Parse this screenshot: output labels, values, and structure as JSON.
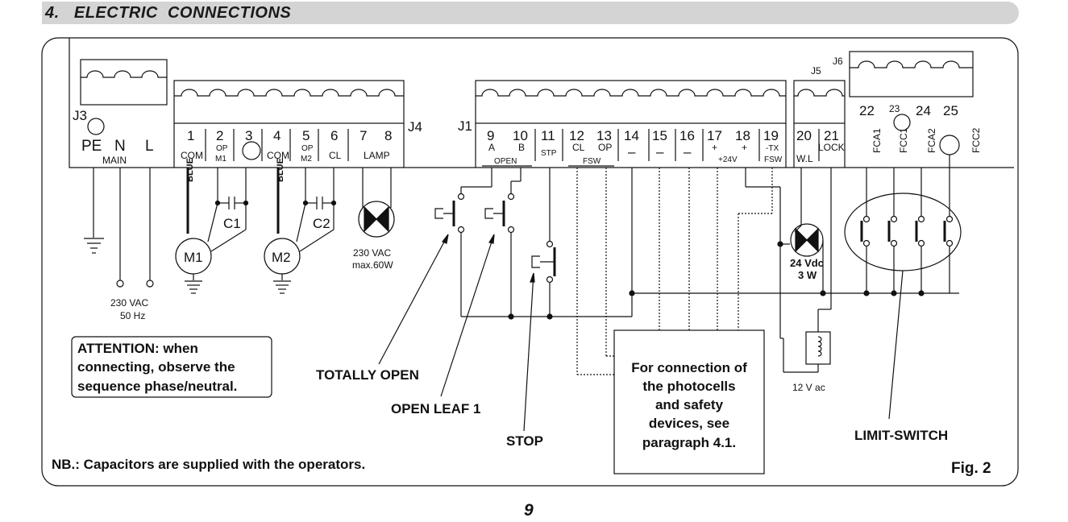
{
  "section": {
    "title": "4.   ELECTRIC  CONNECTIONS"
  },
  "connectors": {
    "j3": "J3",
    "j4": "J4",
    "j1": "J1",
    "j5": "J5",
    "j6": "J6"
  },
  "j3_terminals": [
    "PE",
    "N",
    "L"
  ],
  "main_label": "MAIN",
  "j4_numbers": [
    "1",
    "2",
    "3",
    "4",
    "5",
    "6",
    "7",
    "8"
  ],
  "j4_labels": {
    "com1": "COM",
    "op1": "OP",
    "m1": "M1",
    "com2": "COM",
    "op2": "OP",
    "m2": "M2",
    "cl": "CL",
    "lamp": "LAMP"
  },
  "j1_numbers": [
    "9",
    "10",
    "11",
    "12",
    "13",
    "14",
    "15",
    "16",
    "17",
    "18",
    "19"
  ],
  "j1_labels": {
    "a": "A",
    "b": "B",
    "open": "OPEN",
    "stp": "STP",
    "cl": "CL",
    "op": "OP",
    "fsw": "FSW",
    "minus1": "–",
    "minus2": "–",
    "minus3": "–",
    "plus1": "+",
    "plus2": "+",
    "v24": "+24V",
    "tx": "-TX",
    "fsw2": "FSW"
  },
  "j5_numbers": [
    "20",
    "21"
  ],
  "j5_labels": {
    "wl": "W.L",
    "lock": "LOCK"
  },
  "j6_numbers": [
    "22",
    "23",
    "24",
    "25"
  ],
  "j6_labels": [
    "FCA1",
    "FCC1",
    "FCA2",
    "FCC2"
  ],
  "wires": {
    "blue": "BLUE"
  },
  "components": {
    "c1": "C1",
    "c2": "C2",
    "m1": "M1",
    "m2": "M2",
    "lamp_line1": "230 VAC",
    "lamp_line2": "max.60W",
    "supply_line1": "230 VAC",
    "supply_line2": "50 Hz",
    "wl_line1": "24 Vdc",
    "wl_line2": "3 W",
    "lock_supply": "12 V ac"
  },
  "callouts": {
    "totally_open": "TOTALLY OPEN",
    "open_leaf1": "OPEN LEAF 1",
    "stop": "STOP",
    "limit_switch": "LIMIT-SWITCH"
  },
  "attention": {
    "line1": "ATTENTION: when",
    "line2": "connecting, observe the",
    "line3": "sequence phase/neutral."
  },
  "photocells": {
    "line1": "For connection of",
    "line2": "the photocells",
    "line3": "and safety",
    "line4": "devices, see",
    "line5": "paragraph 4.1."
  },
  "nb": "NB.: Capacitors are supplied with the operators.",
  "figure": "Fig. 2",
  "page_number": "9"
}
